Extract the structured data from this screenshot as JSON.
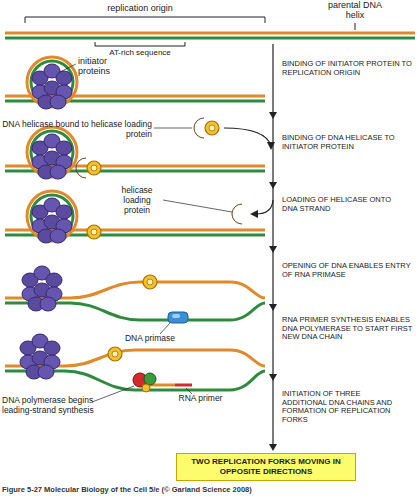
{
  "diagram": {
    "caption": "Figure 5-27 Molecular Biology of the Cell 5/e (© Garland Science 2008)",
    "nodes": [
      {
        "text": [
          "TWO REPLICATION FORKS MOVING IN OPPOSITE DIRECTIONS"
        ]
      }
    ],
    "labels": [
      "replication origin",
      "parental DNA helix",
      "AT-rich sequence",
      "initiator proteins",
      "BINDING OF INITIATOR PROTEIN TO REPLICATION ORIGIN",
      "DNA helicase bound to helicase loading protein",
      "BINDING OF DNA HELICASE TO INITIATOR PROTEIN",
      "helicase loading protein",
      "LOADING OF HELICASE ONTO DNA STRAND",
      "OPENING OF DNA ENABLES ENTRY OF RNA PRIMASE",
      "DNA primase",
      "RNA PRIMER SYNTHESIS ENABLES DNA POLYMERASE TO START FIRST NEW DNA CHAIN",
      "DNA polymerase begins leading-strand synthesis",
      "RNA primer",
      "INITIATION OF THREE ADDITIONAL DNA CHAINS AND FORMATION OF REPLICATION FORKS"
    ]
  }
}
